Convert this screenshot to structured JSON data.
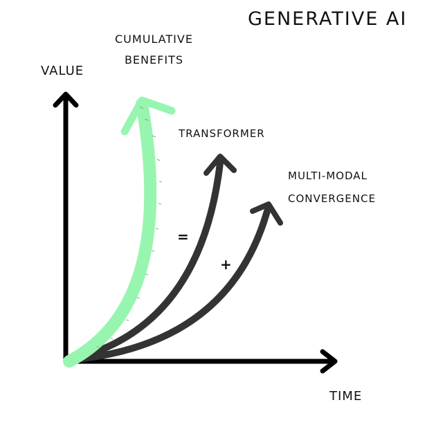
{
  "diagram": {
    "title": "GENERATIVE AI",
    "y_axis_label": "VALUE",
    "x_axis_label": "TIME",
    "curves": [
      {
        "label": "CUMULATIVE\nBENEFITS",
        "color": "#98f5b0"
      },
      {
        "label": "TRANSFORMER",
        "color": "#333333"
      },
      {
        "label": "MULTI-MODAL\nCONVERGENCE",
        "color": "#333333"
      }
    ],
    "operators": [
      "=",
      "+"
    ],
    "axis_color": "#000000"
  }
}
